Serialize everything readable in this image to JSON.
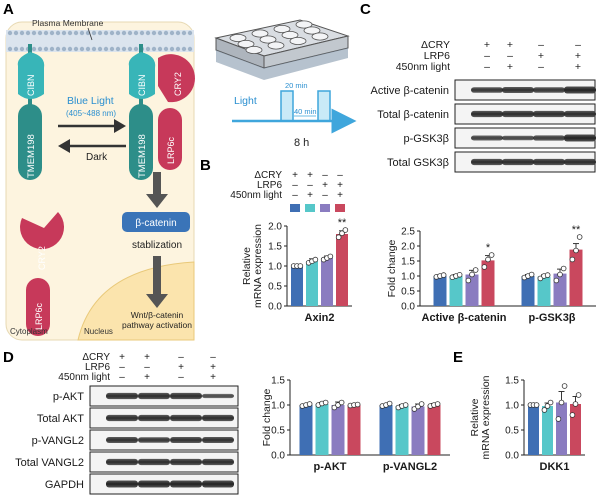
{
  "colors": {
    "blue": "#3f6fb4",
    "cyan": "#56c7c9",
    "purple": "#8a7cc0",
    "red": "#c9485e",
    "teal_protein": "#2d8e89",
    "cyan_protein": "#38b5b8",
    "crimson_protein": "#c7395a",
    "cell_bg": "#fdf4df",
    "nucleus_bg": "#fbe4ad",
    "membrane": "#c9d6e3",
    "arrow_blue": "#3fa6dc",
    "beta_catenin_box": "#3a74b8"
  },
  "panel_letters": {
    "A": "A",
    "B": "B",
    "C": "C",
    "D": "D",
    "E": "E"
  },
  "panel_a": {
    "membrane_label": "Plasma Membrane",
    "cibn_left": "CIBN",
    "tmem_left": "TMEM198",
    "cry2_bottom": "CRY2",
    "lrp6c_bottom": "LRP6c",
    "cibn_right": "CIBN",
    "cry2_right": "CRY2",
    "tmem_right": "TMEM198",
    "lrp6c_right": "LRP6c",
    "blue_light": "Blue Light",
    "wavelength": "(405~488 nm)",
    "dark": "Dark",
    "beta_catenin": "β-catenin",
    "stabilization": "stablization",
    "wnt_line1": "Wnt/β-catenin",
    "wnt_line2": "pathway activation",
    "cytoplasm": "Cytoplasm",
    "nucleus": "Nucleus"
  },
  "timeline": {
    "light_label": "Light",
    "on_duration": "20 min",
    "off_duration": "40 min",
    "total": "8 h"
  },
  "conditions": {
    "row_labels": [
      "ΔCRY",
      "LRP6",
      "450nm light"
    ],
    "signs": [
      [
        "+",
        "+",
        "–",
        "–"
      ],
      [
        "–",
        "–",
        "+",
        "+"
      ],
      [
        "–",
        "+",
        "–",
        "+"
      ]
    ]
  },
  "blot_c": {
    "rows": [
      "Active β-catenin",
      "Total β-catenin",
      "p-GSK3β",
      "Total GSK3β"
    ]
  },
  "blot_d": {
    "rows": [
      "p-AKT",
      "Total AKT",
      "p-VANGL2",
      "Total VANGL2",
      "GAPDH"
    ]
  },
  "chart_data": [
    {
      "panel": "B",
      "type": "bar",
      "ylabel": "Relative mRNA expression",
      "ylim": [
        0,
        2.0
      ],
      "yticks": [
        0.0,
        0.5,
        1.0,
        1.5,
        2.0
      ],
      "groups": [
        "Axin2"
      ],
      "values": [
        [
          1.0,
          1.12,
          1.2,
          1.8
        ]
      ],
      "errors": [
        [
          0.02,
          0.06,
          0.05,
          0.08
        ]
      ],
      "points": [
        [
          [
            1.0,
            1.0,
            1.0
          ],
          [
            1.08,
            1.12,
            1.16
          ],
          [
            1.16,
            1.2,
            1.24
          ],
          [
            1.72,
            1.82,
            1.9
          ]
        ]
      ],
      "significance": [
        [
          "",
          "",
          "",
          "**"
        ]
      ]
    },
    {
      "panel": "C",
      "type": "bar",
      "ylabel": "Fold change",
      "ylim": [
        0,
        2.5
      ],
      "yticks": [
        0.0,
        0.5,
        1.0,
        1.5,
        2.0,
        2.5
      ],
      "groups": [
        "Active β-catenin",
        "p-GSK3β"
      ],
      "values": [
        [
          1.0,
          1.0,
          1.05,
          1.52
        ],
        [
          1.0,
          0.98,
          1.08,
          1.88
        ]
      ],
      "errors": [
        [
          0.04,
          0.05,
          0.14,
          0.16
        ],
        [
          0.05,
          0.06,
          0.15,
          0.2
        ]
      ],
      "points": [
        [
          [
            0.97,
            1.0,
            1.03
          ],
          [
            0.96,
            1.0,
            1.04
          ],
          [
            0.85,
            1.05,
            1.2
          ],
          [
            1.3,
            1.55,
            1.7
          ]
        ],
        [
          [
            0.95,
            1.0,
            1.05
          ],
          [
            0.92,
            1.0,
            1.03
          ],
          [
            0.85,
            1.05,
            1.25
          ],
          [
            1.55,
            1.85,
            2.3
          ]
        ]
      ],
      "significance": [
        [
          "",
          "",
          "",
          "*"
        ],
        [
          "",
          "",
          "",
          "**"
        ]
      ]
    },
    {
      "panel": "D",
      "type": "bar",
      "ylabel": "Fold change",
      "ylim": [
        0,
        1.5
      ],
      "yticks": [
        0.0,
        0.5,
        1.0,
        1.5
      ],
      "groups": [
        "p-AKT",
        "p-VANGL2"
      ],
      "values": [
        [
          1.0,
          1.02,
          1.0,
          1.0
        ],
        [
          1.0,
          0.98,
          0.97,
          1.0
        ]
      ],
      "errors": [
        [
          0.02,
          0.03,
          0.06,
          0.02
        ],
        [
          0.02,
          0.03,
          0.05,
          0.03
        ]
      ],
      "points": [
        [
          [
            0.98,
            1.0,
            1.02
          ],
          [
            1.0,
            1.03,
            1.05
          ],
          [
            0.95,
            1.0,
            1.05
          ],
          [
            0.99,
            1.0,
            1.01
          ]
        ],
        [
          [
            0.98,
            1.0,
            1.03
          ],
          [
            0.95,
            0.98,
            1.0
          ],
          [
            0.92,
            0.97,
            1.02
          ],
          [
            0.98,
            1.0,
            1.02
          ]
        ]
      ],
      "significance": [
        [
          "",
          "",
          "",
          ""
        ],
        [
          "",
          "",
          "",
          ""
        ]
      ]
    },
    {
      "panel": "E",
      "type": "bar",
      "ylabel": "Relative mRNA expression",
      "ylim": [
        0,
        1.5
      ],
      "yticks": [
        0.0,
        0.5,
        1.0,
        1.5
      ],
      "groups": [
        "DKK1"
      ],
      "values": [
        [
          1.0,
          0.98,
          1.05,
          1.02
        ]
      ],
      "errors": [
        [
          0.01,
          0.06,
          0.22,
          0.15
        ]
      ],
      "points": [
        [
          [
            1.0,
            1.0,
            1.0
          ],
          [
            0.9,
            0.98,
            1.05
          ],
          [
            0.72,
            1.05,
            1.38
          ],
          [
            0.8,
            1.02,
            1.2
          ]
        ]
      ],
      "significance": [
        [
          "",
          "",
          "",
          ""
        ]
      ]
    }
  ]
}
